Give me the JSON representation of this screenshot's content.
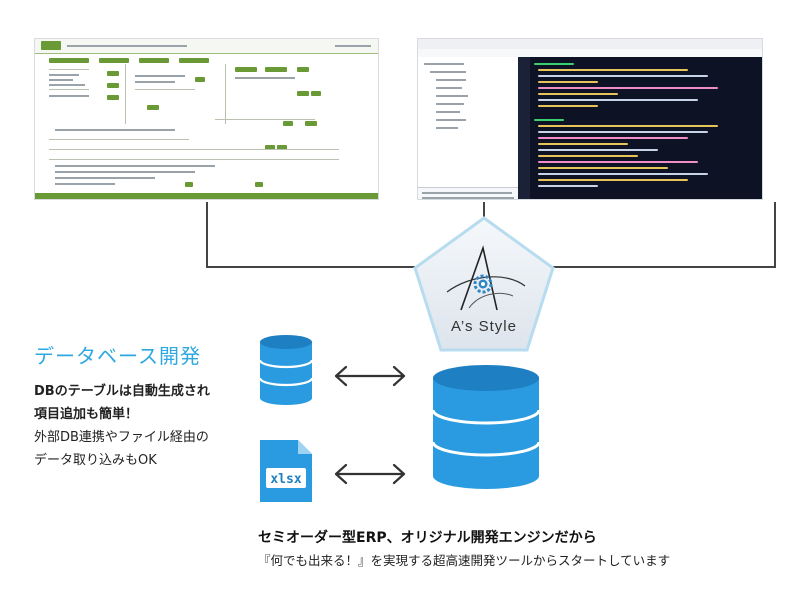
{
  "left_screenshot": {
    "description_kind": "web-erp-screen"
  },
  "right_screenshot": {
    "description_kind": "ide-screen"
  },
  "emblem": {
    "title": "A’s Style",
    "icon": "gear-star-icon",
    "color": "#2f86c7"
  },
  "section": {
    "heading": "データベース開発",
    "lines": [
      "DBのテーブルは自動生成され",
      "項目追加も簡単！",
      "外部DB連携やファイル経由の",
      "データ取り込みもOK"
    ]
  },
  "xlsx_label": "xlsx",
  "captions": {
    "main": "セミオーダー型ERP、オリジナル開発エンジンだから",
    "sub": "『何でも出来る！』を実現する超高速開発ツールからスタートしています"
  },
  "colors": {
    "accent": "#2ea8e0",
    "db_top": "#1e7fc2",
    "db_side": "#2a9be0",
    "erp_green": "#6a9a36"
  }
}
